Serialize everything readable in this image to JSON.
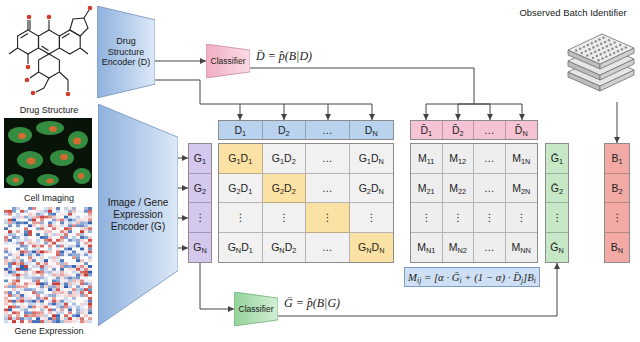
{
  "diagram": {
    "nodes": [
      {
        "text": [
          "Drug Structure"
        ]
      },
      {
        "text": [
          "Cell Imaging"
        ]
      },
      {
        "text": [
          "Gene Expression"
        ]
      },
      {
        "text": [
          "Drug Structure Encoder (D)"
        ]
      },
      {
        "text": [
          "Image / Gene Expression Encoder (G)"
        ]
      },
      {
        "text": [
          "Classifier"
        ]
      },
      {
        "text": [
          "D1",
          "D2",
          "…",
          "DN"
        ]
      },
      {
        "text": [
          "G1",
          "G2",
          "⋮",
          "GN"
        ]
      },
      {
        "text": [
          "G1D1",
          "G1D2",
          "…",
          "G1DN",
          "G2D1",
          "G2D2",
          "…",
          "G2DN",
          "⋮",
          "⋮",
          "⋮",
          "⋮",
          "GND1",
          "GND2",
          "…",
          "GNDN"
        ]
      },
      {
        "text": [
          "D̄1",
          "D̄2",
          "…",
          "D̄N"
        ]
      },
      {
        "text": [
          "M11",
          "M12",
          "…",
          "M1N",
          "M21",
          "M22",
          "…",
          "M2N",
          "⋮",
          "⋮",
          "⋮",
          "⋮",
          "MN1",
          "MN2",
          "…",
          "MNN"
        ]
      },
      {
        "text": [
          "Ḡ1",
          "Ḡ2",
          "⋮",
          "ḠN"
        ]
      },
      {
        "text": [
          "B1",
          "B2",
          "⋮",
          "BN"
        ]
      },
      {
        "text": [
          "Observed Batch Identifier"
        ]
      },
      {
        "text": [
          "Mij = [α · Ḡi + (1 − α) · D̄j]Bi"
        ]
      },
      {
        "text": [
          "Classifier"
        ]
      }
    ],
    "edges": [
      {
        "from": 3,
        "to": 5,
        "arrow": "to"
      },
      {
        "from": 3,
        "to": 6,
        "arrow": "to"
      },
      {
        "from": 4,
        "to": 7,
        "arrow": "to"
      },
      {
        "from": 5,
        "to": 9,
        "arrow": "to"
      },
      {
        "from": 7,
        "to": 15,
        "arrow": "to"
      },
      {
        "from": 15,
        "to": 11,
        "arrow": "to"
      },
      {
        "from": 13,
        "to": 12,
        "arrow": "to"
      }
    ],
    "labels": [
      "D̄ = p̂(B|D)",
      "Ḡ = p̂(B|G)"
    ]
  }
}
